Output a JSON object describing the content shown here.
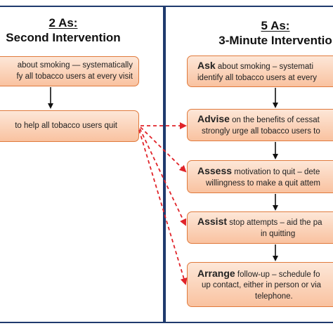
{
  "left_panel": {
    "heading_line1": "2 As:",
    "heading_line2": "Second Intervention",
    "steps": [
      {
        "keyword": "",
        "line1": "about smoking — systematically",
        "line2": "fy all tobacco users at every visit"
      },
      {
        "keyword": "",
        "line1": "to help all tobacco users quit",
        "line2": ""
      }
    ]
  },
  "right_panel": {
    "heading_line1": "5 As:",
    "heading_line2": "3-Minute Interventio",
    "steps": [
      {
        "keyword": "Ask",
        "line1": "about smoking – systemati",
        "line2": "identify all tobacco users at every",
        "line3": ""
      },
      {
        "keyword": "Advise",
        "line1": "on the benefits of cessat",
        "line2": "strongly urge all tobacco users to",
        "line3": ""
      },
      {
        "keyword": "Assess",
        "line1": "motivation to quit – dete",
        "line2": "willingness to make a quit attem",
        "line3": ""
      },
      {
        "keyword": "Assist",
        "line1": "stop attempts – aid the pa",
        "line2": "in quitting",
        "line3": ""
      },
      {
        "keyword": "Arrange",
        "line1": "follow-up – schedule fo",
        "line2": "up contact, either in person or via",
        "line3": "telephone."
      }
    ]
  },
  "colors": {
    "panel_border": "#1f3a6d",
    "box_border": "#e07a3c",
    "box_fill_top": "#fde7d8",
    "box_fill_bottom": "#f9c2a0",
    "flow_arrow": "#111111",
    "mapping_arrow": "#e0242a"
  }
}
